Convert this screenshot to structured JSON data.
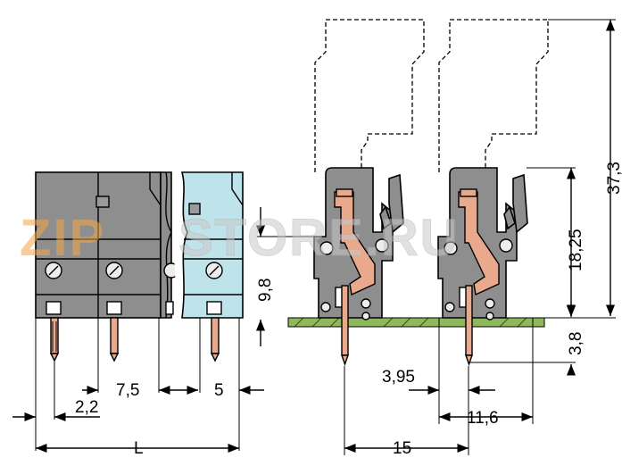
{
  "watermark": {
    "text_zip": "ZIP",
    "text_store": "STORE.RU",
    "color_zip": "#f3a64a",
    "color_store": "#c9c9c9"
  },
  "dimensions": {
    "d_7_5": "7,5",
    "d_5": "5",
    "d_2_2": "2,2",
    "d_L": "L",
    "d_9_8": "9,8",
    "d_3_95": "3,95",
    "d_15": "15",
    "d_11_6": "11,6",
    "d_3_8": "3,8",
    "d_18_25": "18,25",
    "d_37_3": "37,3"
  },
  "colors": {
    "housing_gray": "#8e8e8e",
    "housing_blue": "#bfe3ea",
    "contact_copper": "#e9a98c",
    "pcb_green": "#8fb85a"
  }
}
